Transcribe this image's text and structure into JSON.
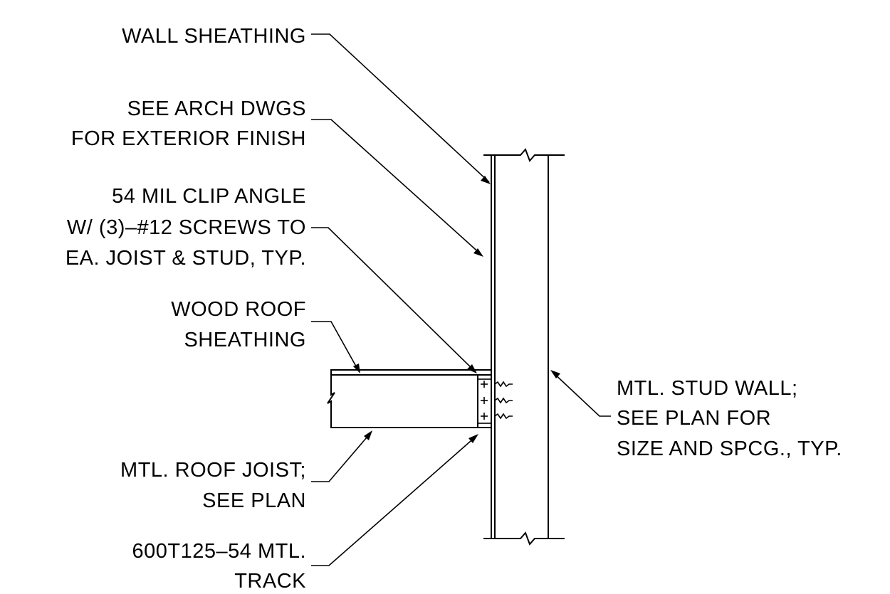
{
  "diagram": {
    "labels": {
      "wall_sheathing": [
        "WALL SHEATHING"
      ],
      "exterior_finish": [
        "SEE ARCH DWGS",
        "FOR EXTERIOR FINISH"
      ],
      "clip_angle": [
        "54 MIL CLIP ANGLE",
        "W/ (3)–#12 SCREWS TO",
        "EA. JOIST & STUD, TYP."
      ],
      "roof_sheathing": [
        "WOOD ROOF",
        "SHEATHING"
      ],
      "roof_joist": [
        "MTL. ROOF JOIST;",
        "SEE PLAN"
      ],
      "track": [
        "600T125–54 MTL.",
        "TRACK"
      ],
      "stud_wall": [
        "MTL. STUD WALL;",
        "SEE PLAN FOR",
        "SIZE AND SPCG., TYP."
      ]
    }
  }
}
